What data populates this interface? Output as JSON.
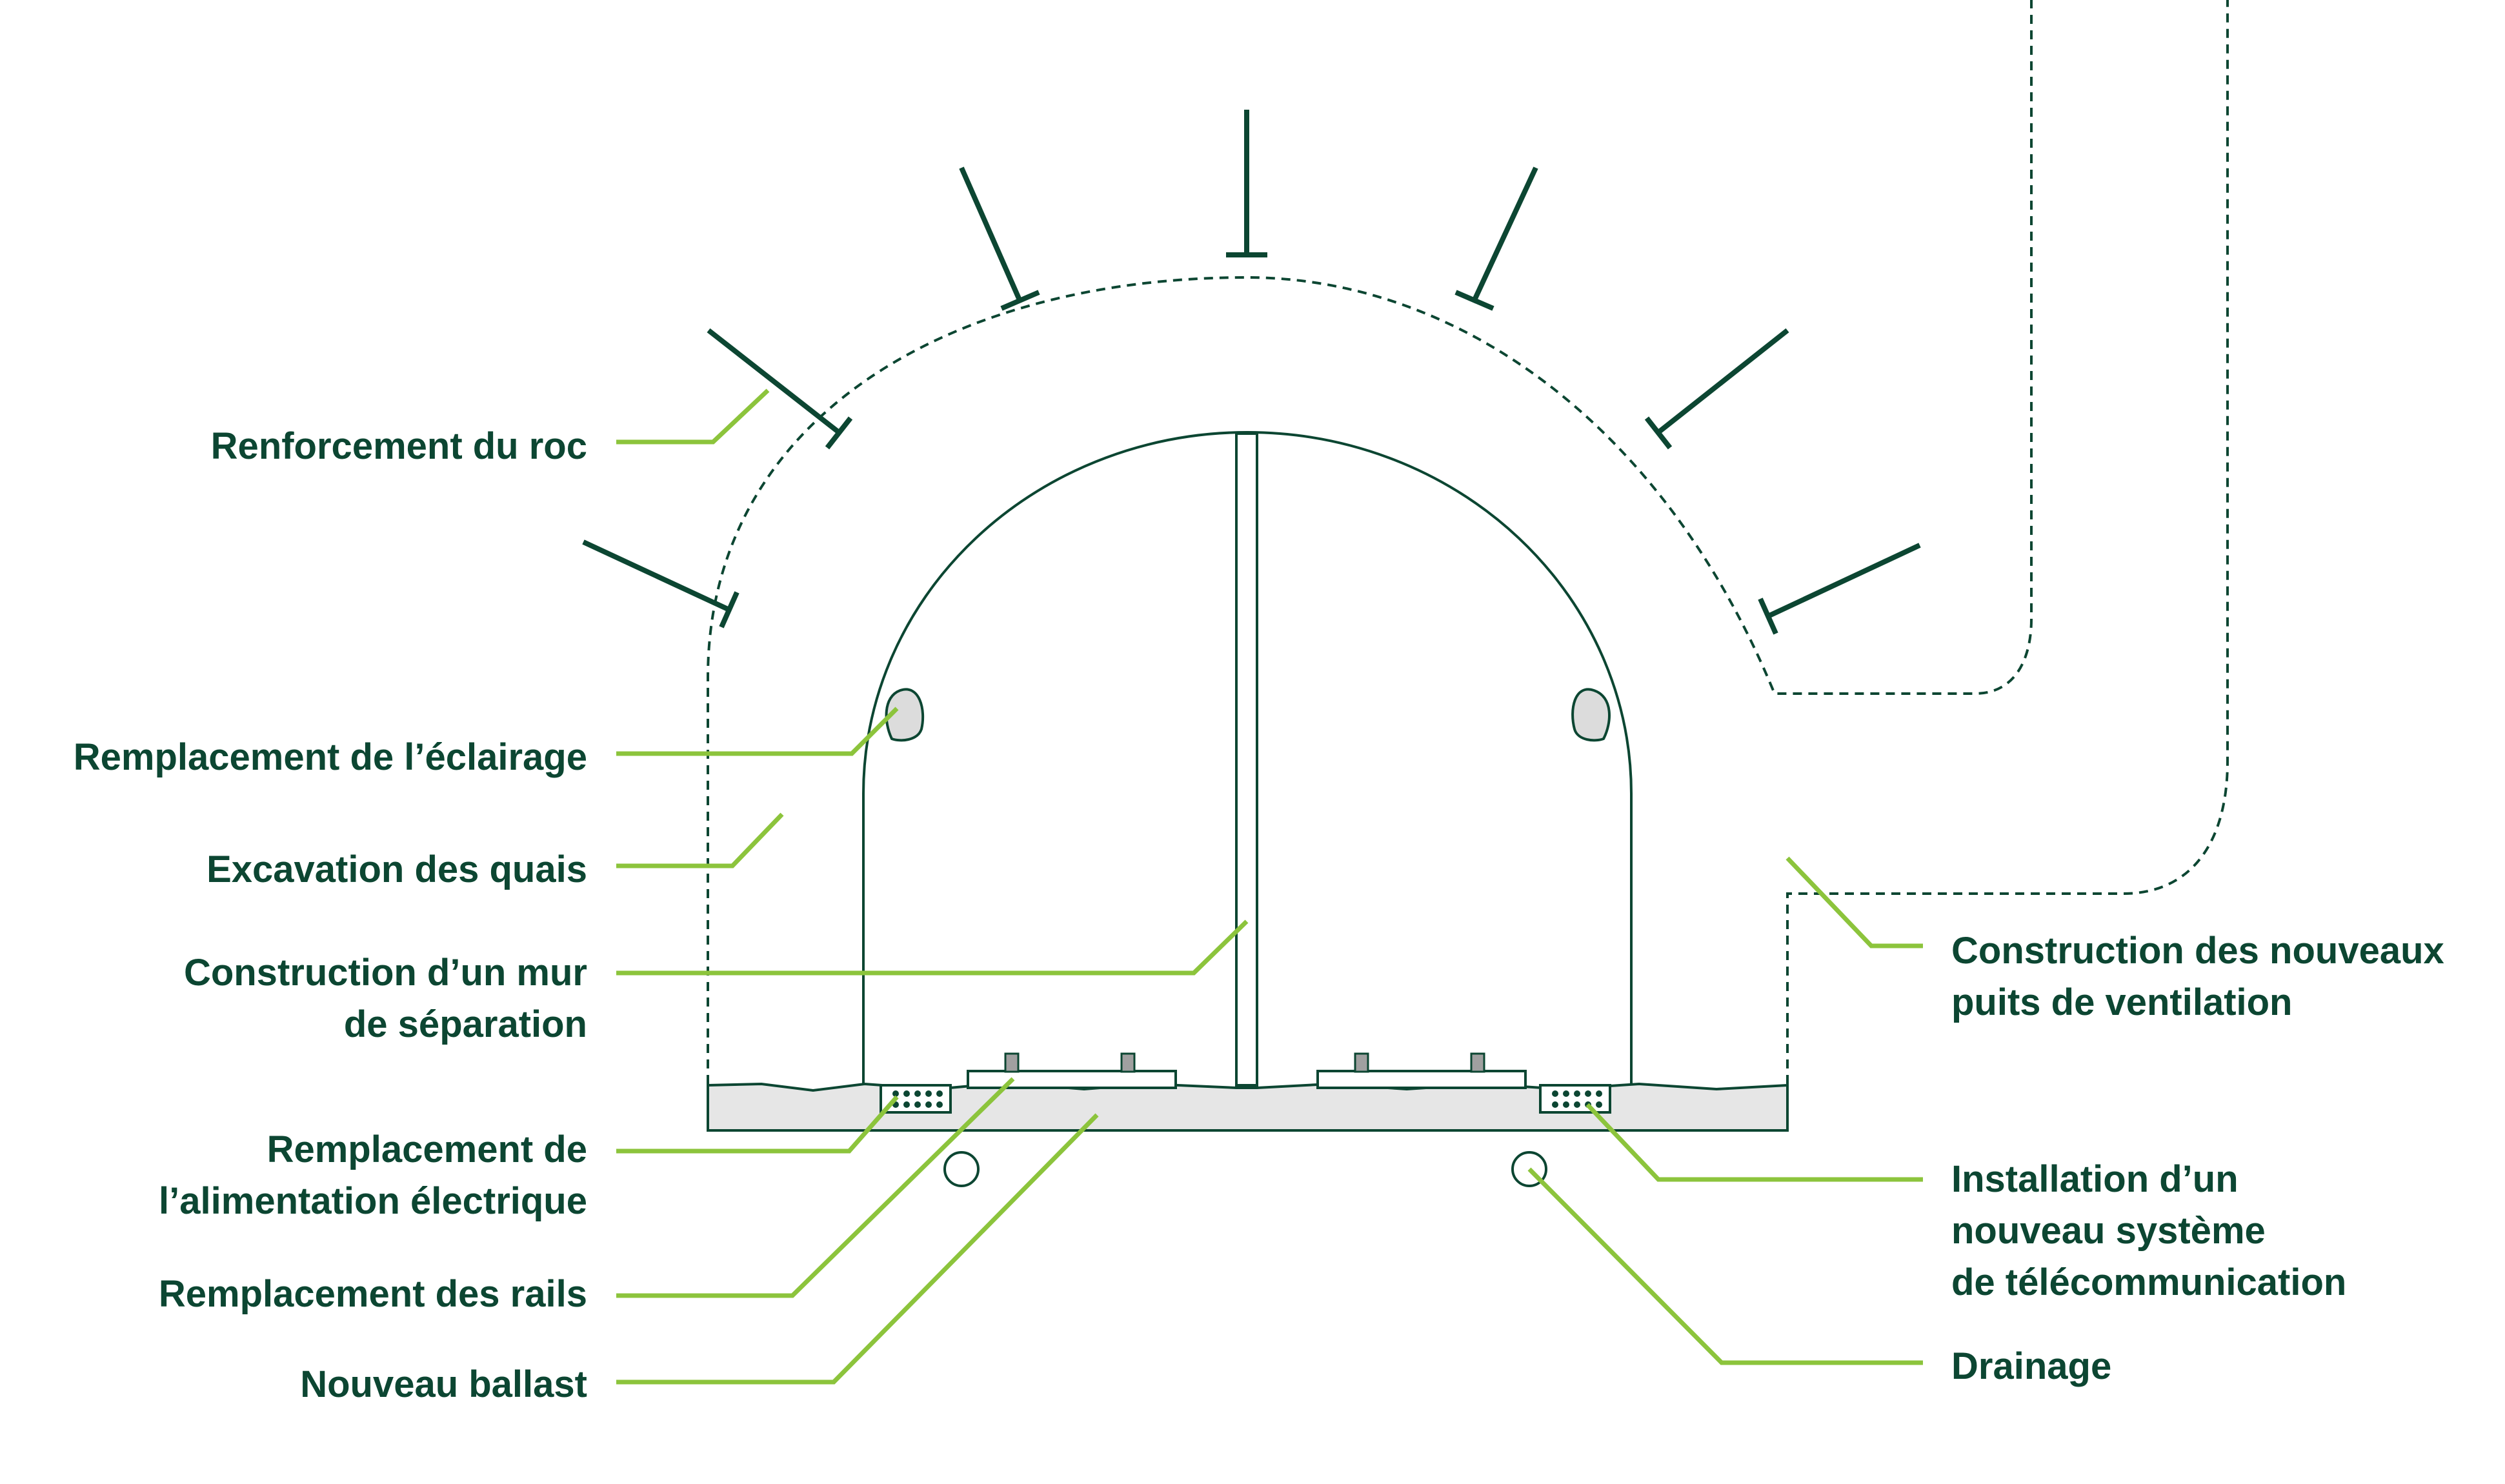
{
  "colors": {
    "structure": "#0c4632",
    "leader": "#8cc43c",
    "ballast_fill": "#e6e6e6",
    "fixture_fill": "#dcdcdc",
    "rail_fill": "#a0a0a0",
    "text": "#0c4632"
  },
  "labels": {
    "rock_reinforcement": "Renforcement du roc",
    "lighting": "Remplacement de l’éclairage",
    "platform_excavation": "Excavation des quais",
    "separation_wall_line1": "Construction d’un mur",
    "separation_wall_line2": "de séparation",
    "power_supply_line1": "Remplacement de",
    "power_supply_line2": "l’alimentation électrique",
    "rails": "Remplacement des rails",
    "ballast": "Nouveau ballast",
    "ventilation_line1": "Construction des nouveaux",
    "ventilation_line2": "puits de ventilation",
    "telecom_line1": "Installation d’un",
    "telecom_line2": "nouveau système",
    "telecom_line3": "de télécommunication",
    "drainage": "Drainage"
  }
}
